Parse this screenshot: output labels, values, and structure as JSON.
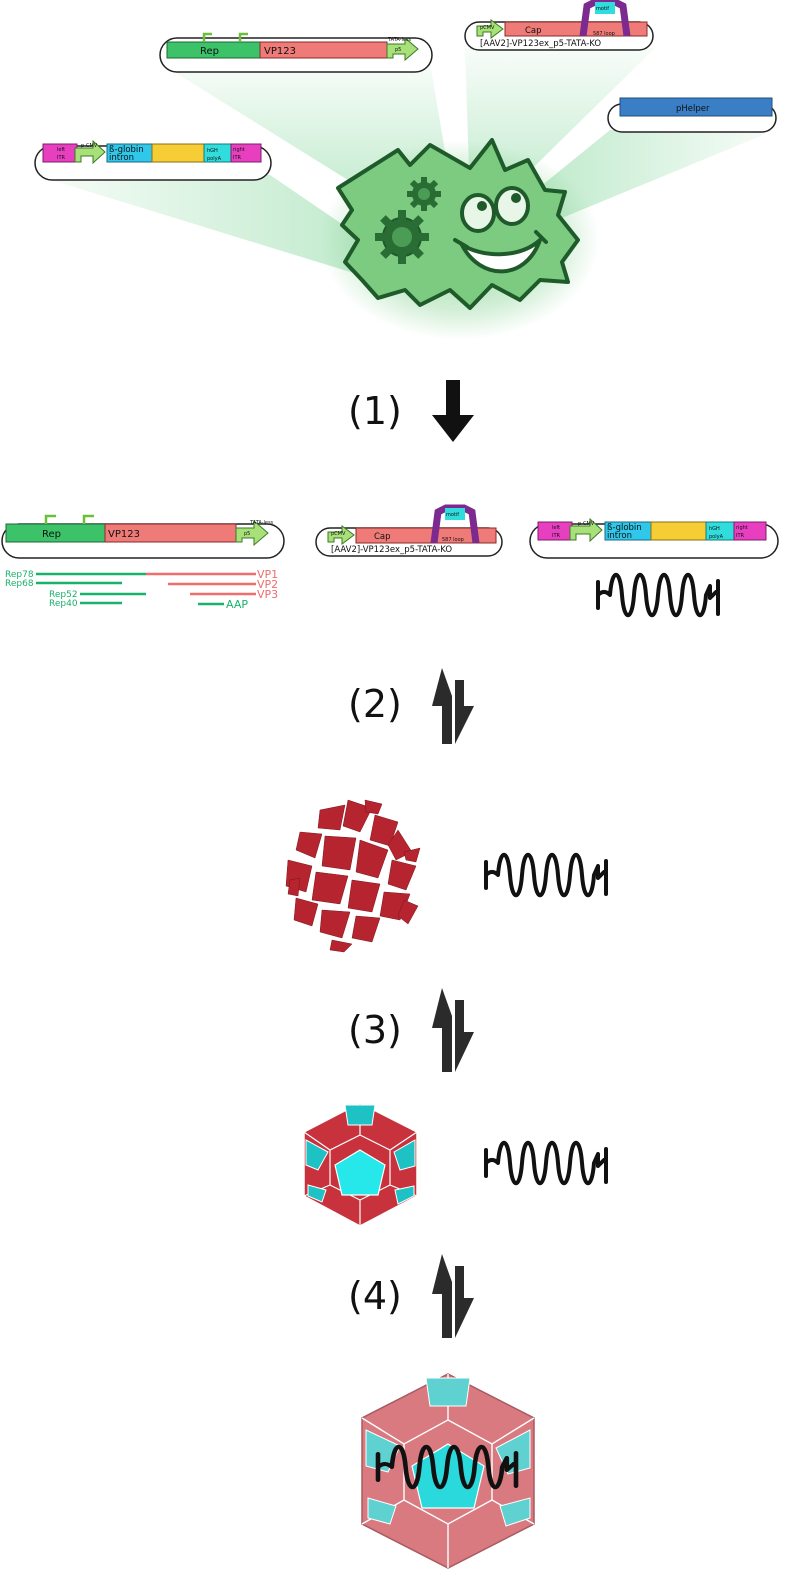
{
  "plasmids": {
    "rep_cap": {
      "rep_label": "Rep",
      "vp_label": "VP123",
      "polya_label": "TATA-less",
      "promoter_label": "p5"
    },
    "cap_construct": {
      "pcmv_label": "pCMV",
      "cap_label": "Cap",
      "motif_label": "motif",
      "loop_label": "587 loop",
      "name": "[AAV2]-VP123ex_p5-TATA-KO"
    },
    "helper": {
      "name": "pHelper"
    },
    "transfer": {
      "left_itr": [
        "left",
        "ITR"
      ],
      "pcmv_label": "p-CMV",
      "intron": [
        "ß-globin",
        "intron"
      ],
      "hgh": [
        "hGH",
        "polyA"
      ],
      "right_itr": [
        "right",
        "ITR"
      ]
    }
  },
  "transcripts": {
    "rep": [
      "Rep78",
      "Rep68",
      "Rep52",
      "Rep40"
    ],
    "vp": [
      "VP1",
      "VP2",
      "VP3"
    ],
    "aap": "AAP"
  },
  "steps": [
    "(1)",
    "(2)",
    "(3)",
    "(4)"
  ],
  "colors": {
    "rep": "#3cc36a",
    "vp": "#ef7b78",
    "itr": "#e83fc1",
    "intron": "#2fc7ea",
    "gene": "#f7cd36",
    "hgh": "#31dcdc",
    "motif": "#7c2a8f",
    "helper": "#3a7fc6",
    "cell": "#72c777",
    "capsid": "#c8323d",
    "capsid_accent": "#1ec1c4",
    "arrow": "#2b2b2b"
  }
}
